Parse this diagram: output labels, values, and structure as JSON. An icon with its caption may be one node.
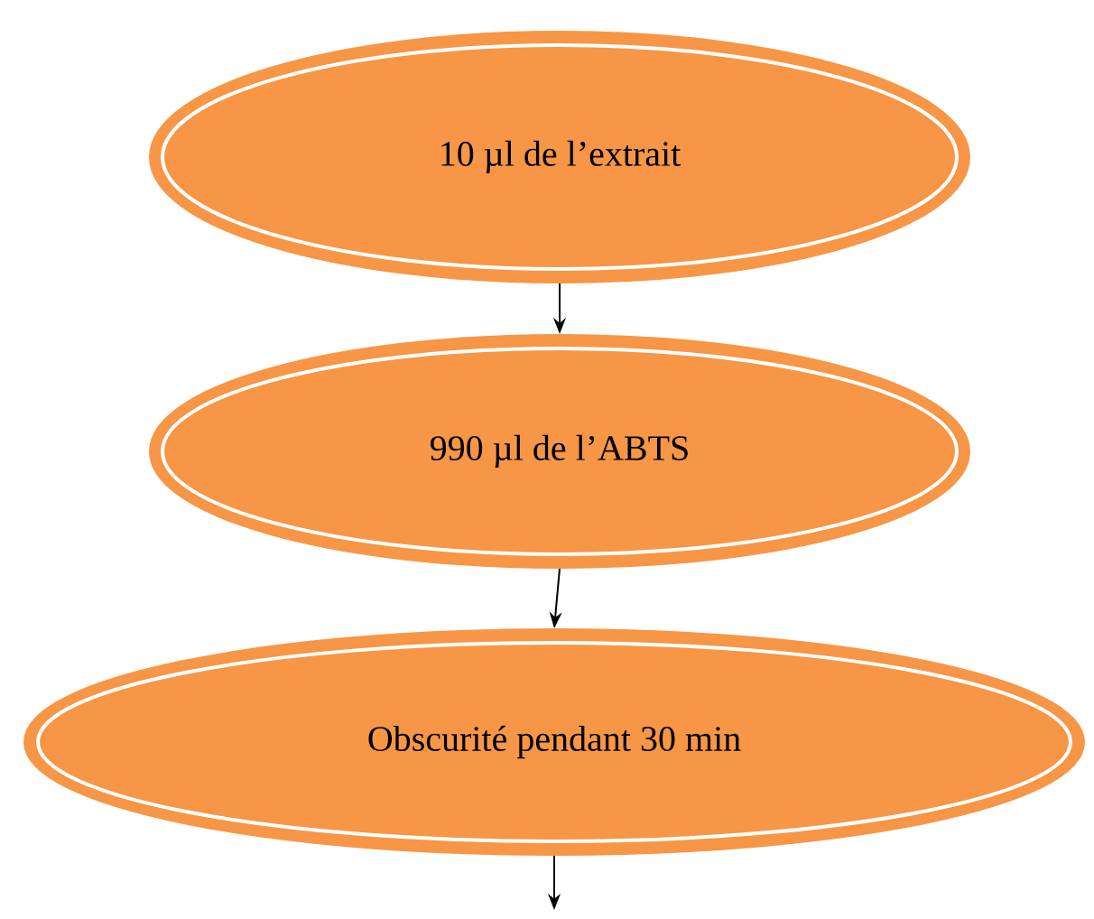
{
  "diagram": {
    "nodes": [
      {
        "text": [
          "10 µl de l’extrait"
        ]
      },
      {
        "text": [
          "990 µl de l’ABTS"
        ]
      },
      {
        "text": [
          "Obscurité pendant 30 min"
        ]
      }
    ],
    "edges": [
      {
        "from": 0,
        "to": 1,
        "arrow": "to"
      },
      {
        "from": 1,
        "to": 2,
        "arrow": "to"
      },
      {
        "from": 2,
        "to": null,
        "arrow": "to"
      }
    ]
  }
}
